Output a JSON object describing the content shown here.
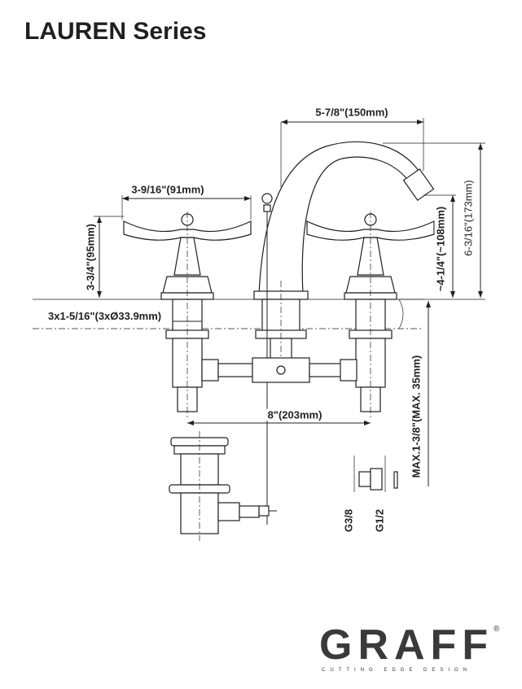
{
  "title": "LAUREN Series",
  "dimensions": {
    "spout_reach": "5-7/8\"(150mm)",
    "handle_width": "3-9/16\"(91mm)",
    "handle_height": "3-3/4\"(95mm)",
    "spout_outlet_height": "~4-1/4\"(~108mm)",
    "spout_height": "6-3/16\"(173mm)",
    "hole_diameter": "3x1-5/16\"(3xØ33.9mm)",
    "center_spread": "8\"(203mm)",
    "max_deck_thickness": "MAX.1-3/8\"(MAX. 35mm)",
    "thread_inlet": "G3/8",
    "thread_outlet": "G1/2"
  },
  "logo": {
    "brand": "GRAFF",
    "registered": "®",
    "tagline": "CUTTING EDGE DESIGN"
  }
}
